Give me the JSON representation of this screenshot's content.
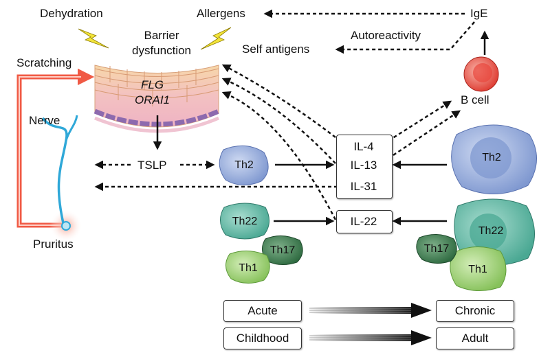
{
  "triggers": {
    "dehydration": "Dehydration",
    "allergens": "Allergens",
    "self_antigens": "Self antigens",
    "autoreactivity": "Autoreactivity",
    "ige": "IgE"
  },
  "skin": {
    "barrier_dysfunction_line1": "Barrier",
    "barrier_dysfunction_line2": "dysfunction",
    "gene1": "FLG",
    "gene2": "ORAI1"
  },
  "itch": {
    "scratching": "Scratching",
    "nerve": "Nerve",
    "pruritus": "Pruritus"
  },
  "mediators": {
    "tslp": "TSLP",
    "il4": "IL-4",
    "il13": "IL-13",
    "il31": "IL-31",
    "il22": "IL-22"
  },
  "cells": {
    "b_cell": "B cell",
    "th2": "Th2",
    "th22": "Th22",
    "th17": "Th17",
    "th1": "Th1"
  },
  "timeline": {
    "acute": "Acute",
    "chronic": "Chronic",
    "childhood": "Childhood",
    "adult": "Adult"
  },
  "colors": {
    "th2": "#8ea6d8",
    "th22": "#5fb8a6",
    "th17": "#3d7a4f",
    "th1": "#9bcf6e",
    "b_cell": "#e8463c",
    "scratch_arrow": "#f05a45",
    "nerve": "#2fa8d8",
    "lightning": "#f2e43a"
  }
}
